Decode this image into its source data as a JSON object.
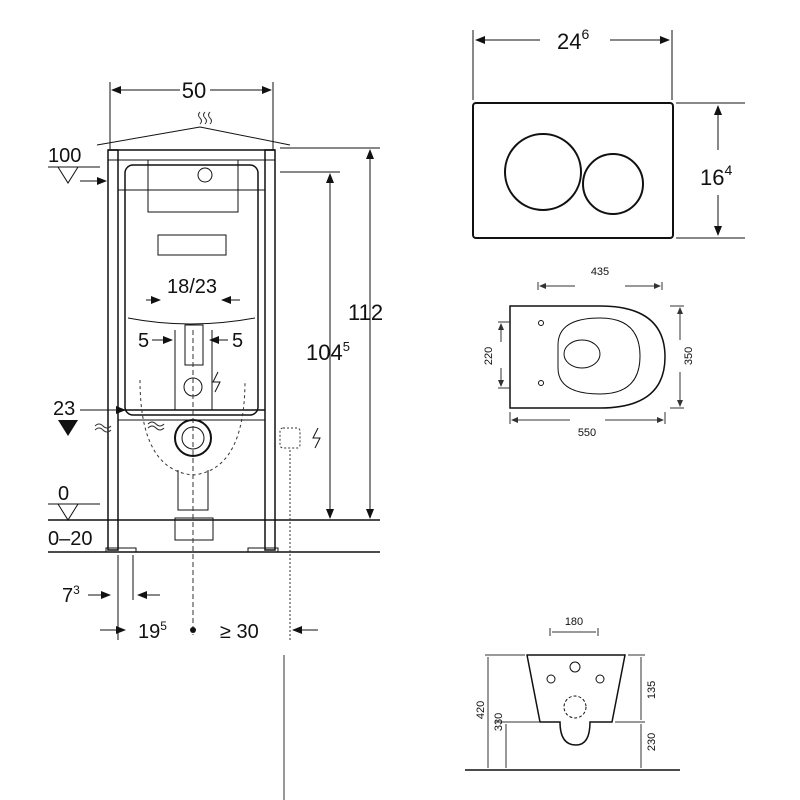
{
  "frame_view": {
    "width_label": "50",
    "top_marker_label": "100",
    "flush_level_label": "23",
    "floor_level_label": "0",
    "floor_range_label": "0–20",
    "height_total_label": "112",
    "height_bracket_main": "104",
    "height_bracket_sup": "5",
    "inlet_spacing_label": "18/23",
    "left_offset_label": "5",
    "right_offset_label": "5",
    "leg_offset_main": "7",
    "leg_offset_sup": "3",
    "axis_offset_main": "19",
    "axis_offset_sup": "5",
    "min_clearance_label": "≥ 30"
  },
  "flush_plate": {
    "width_main": "24",
    "width_sup": "6",
    "height_main": "16",
    "height_sup": "4"
  },
  "bowl_plan": {
    "width_top_label": "435",
    "width_bottom_label": "550",
    "left_label": "220",
    "right_label": "350"
  },
  "bowl_side": {
    "top_label": "180",
    "left_outer_label": "420",
    "left_inner_label": "330",
    "right_top_label": "135",
    "right_bottom_label": "230"
  }
}
